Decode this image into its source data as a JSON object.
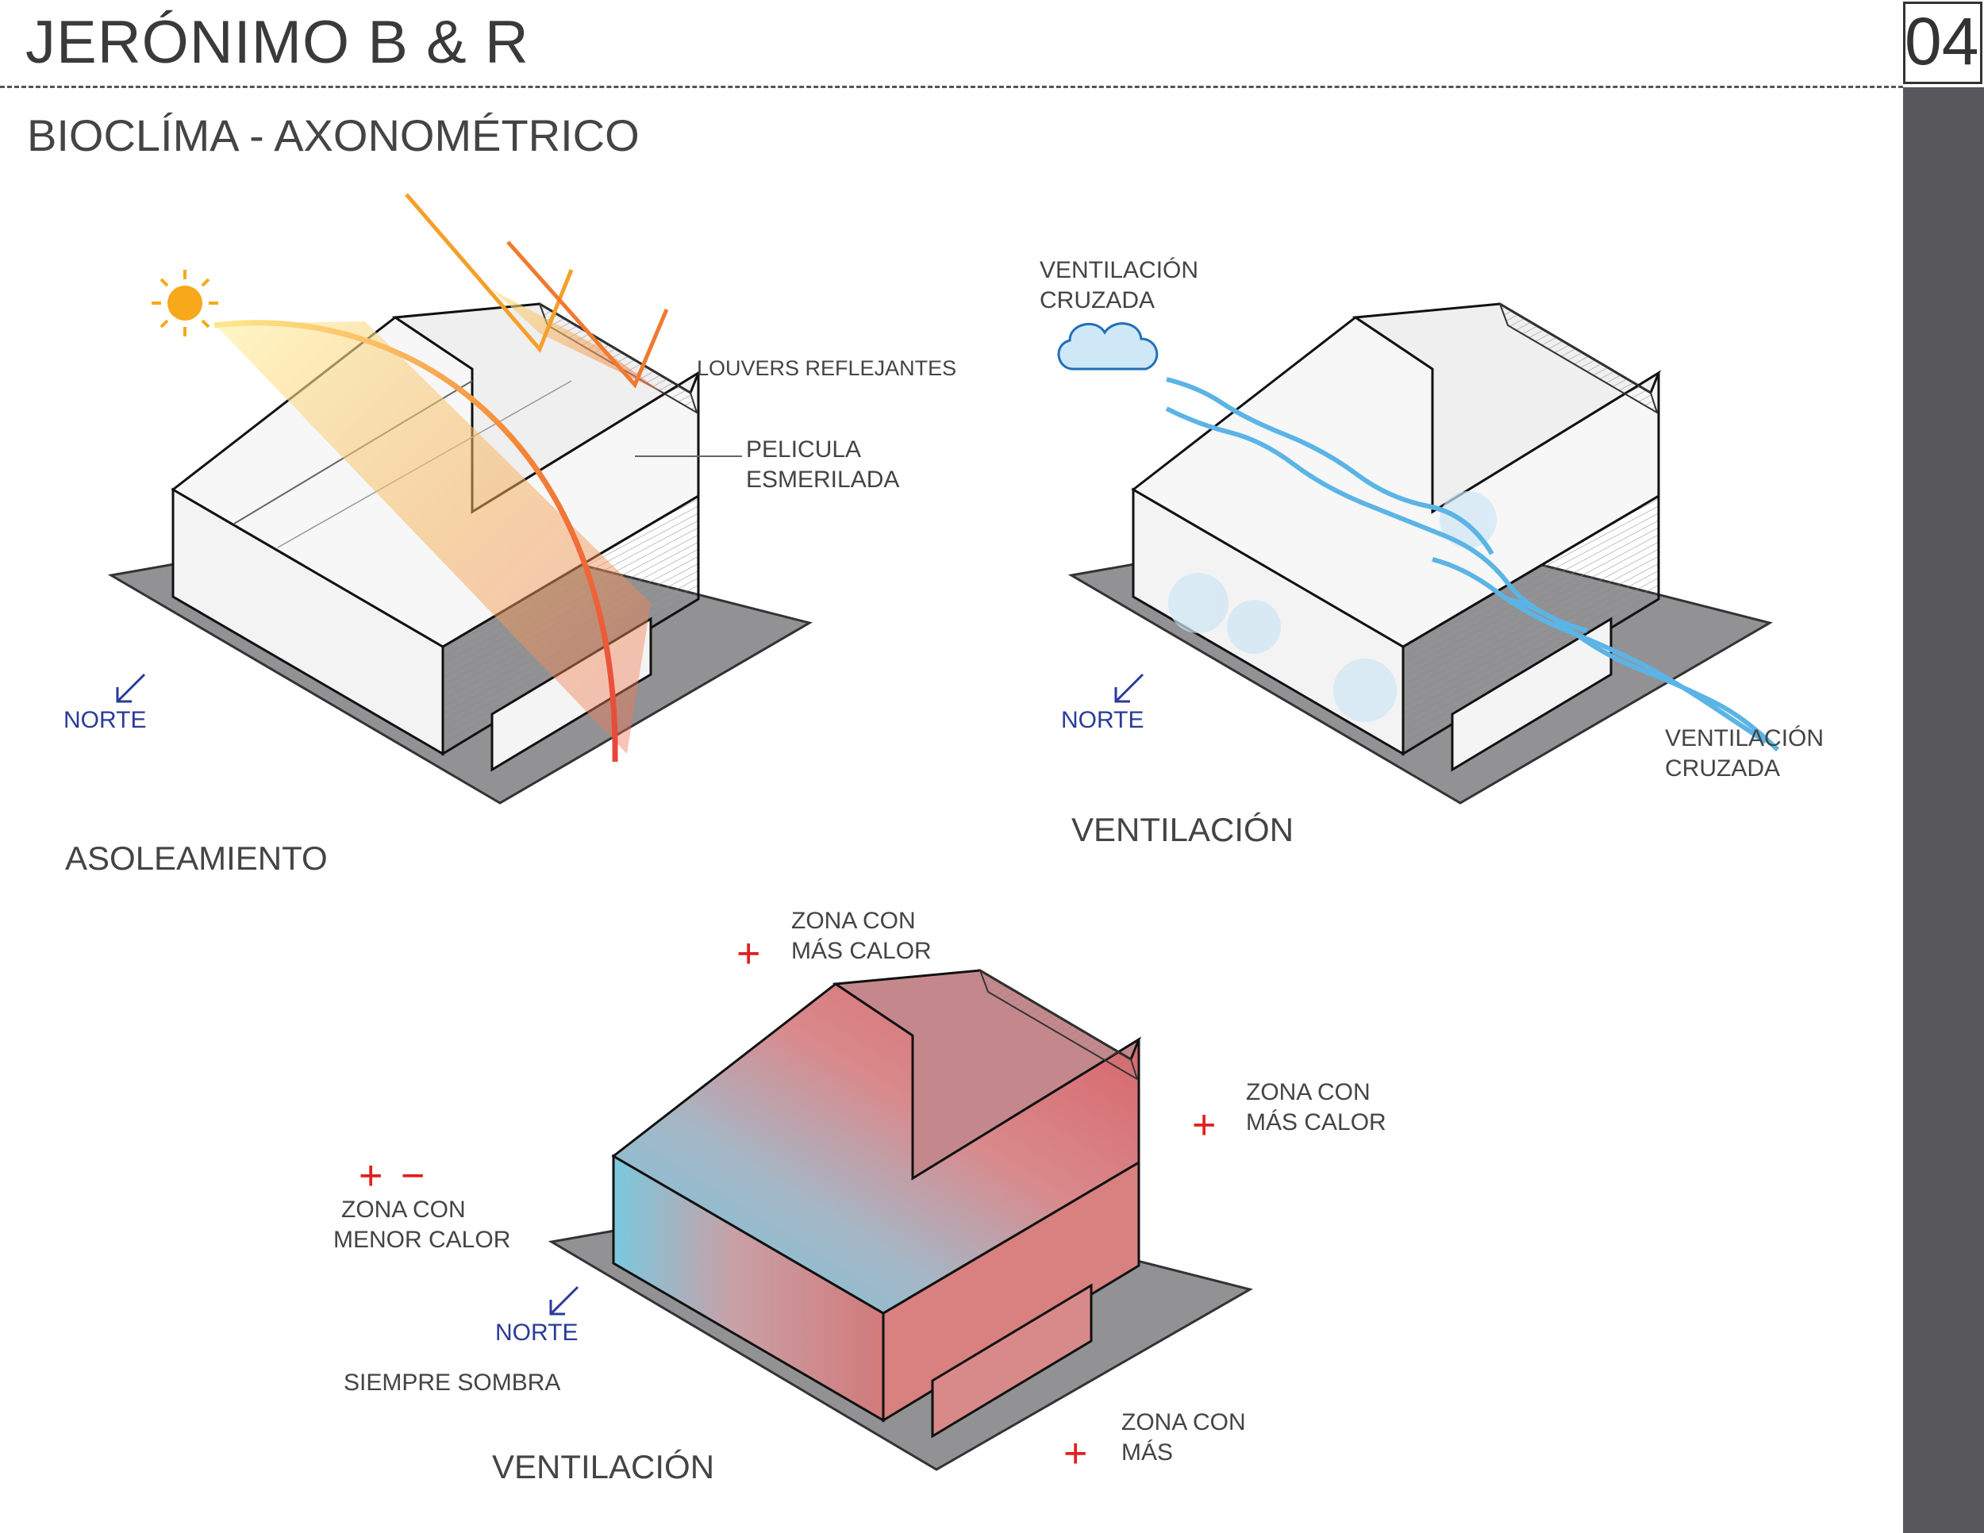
{
  "header": {
    "title": "JERÓNIMO  B & R",
    "subtitle": "BIOCLÍMA - AXONOMÉTRICO",
    "page_number": "04"
  },
  "colors": {
    "sidebar": "#58575b",
    "ground": "#929294",
    "cool": "#6cc3dd",
    "warm": "#d96a6a",
    "sun": "#f7a81b",
    "wind": "#5bb4e5",
    "norte": "#2a3a98"
  },
  "diagram1": {
    "title": "ASOLEAMIENTO",
    "label_louvers": "LOUVERS REFLEJANTES",
    "label_pelicula_1": "PELICULA",
    "label_pelicula_2": "ESMERILADA",
    "north": "NORTE",
    "icons": [
      "sun-icon",
      "north-arrow-icon"
    ]
  },
  "diagram2": {
    "title": "VENTILACIÓN",
    "label_top_1": "VENTILACIÓN",
    "label_top_2": "CRUZADA",
    "label_bottom_1": "VENTILACIÓN",
    "label_bottom_2": "CRUZADA",
    "north": "NORTE",
    "icons": [
      "cloud-icon",
      "north-arrow-icon"
    ]
  },
  "diagram3": {
    "title": "VENTILACIÓN",
    "zone_top_1": "ZONA CON",
    "zone_top_2": "MÁS CALOR",
    "zone_right_1": "ZONA CON",
    "zone_right_2": "MÁS CALOR",
    "zone_left_1": "ZONA CON",
    "zone_left_2": "MENOR CALOR",
    "zone_bottom_1": "ZONA CON",
    "zone_bottom_2": "MÁS",
    "plus": "+",
    "minus": "−",
    "north": "NORTE",
    "shade": "SIEMPRE SOMBRA"
  }
}
